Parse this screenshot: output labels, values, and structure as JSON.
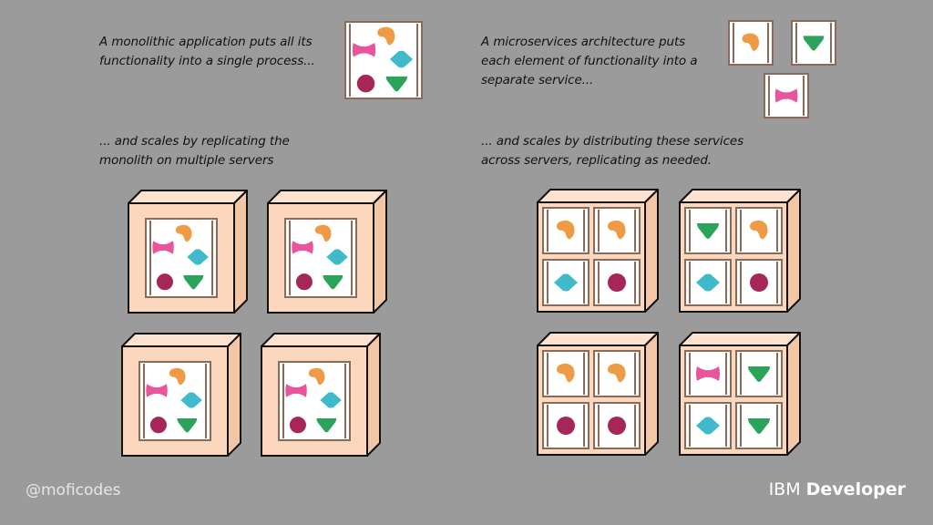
{
  "captions": {
    "monolith_intro": "A monolithic application puts all its\nfunctionality into a single process...",
    "monolith_scale": "... and scales by replicating the\nmonolith on multiple servers",
    "micro_intro": "A microservices architecture puts\neach element of functionality into a\nseparate service...",
    "micro_scale": "... and scales by distributing these services\nacross servers, replicating as needed."
  },
  "footer": {
    "handle": "@moficodes",
    "brand_prefix": "IBM",
    "brand_suffix": "Developer"
  },
  "colors": {
    "background": "#9b9b9b",
    "server_front": "#fbd8bd",
    "server_top": "#fde3cf",
    "server_side": "#f3c6a6",
    "frame_border": "#8a6a58",
    "panel": "#ffffff",
    "pink": "#e8559a",
    "orange": "#ef9a44",
    "teal": "#3fbacb",
    "maroon": "#a7265a",
    "green": "#2ca35a"
  },
  "functionality_shapes": [
    "pink-bowtie",
    "orange-blob",
    "teal-diamond",
    "maroon-circle",
    "green-triangle"
  ],
  "monolith_servers": [
    {
      "contains": [
        "pink-bowtie",
        "orange-blob",
        "teal-diamond",
        "maroon-circle",
        "green-triangle"
      ]
    },
    {
      "contains": [
        "pink-bowtie",
        "orange-blob",
        "teal-diamond",
        "maroon-circle",
        "green-triangle"
      ]
    },
    {
      "contains": [
        "pink-bowtie",
        "orange-blob",
        "teal-diamond",
        "maroon-circle",
        "green-triangle"
      ]
    },
    {
      "contains": [
        "pink-bowtie",
        "orange-blob",
        "teal-diamond",
        "maroon-circle",
        "green-triangle"
      ]
    }
  ],
  "microservice_servers": [
    {
      "services": [
        "orange-blob",
        "orange-blob",
        "teal-diamond",
        "maroon-circle"
      ]
    },
    {
      "services": [
        "green-triangle",
        "orange-blob",
        "teal-diamond",
        "maroon-circle"
      ]
    },
    {
      "services": [
        "orange-blob",
        "orange-blob",
        "maroon-circle",
        "maroon-circle"
      ]
    },
    {
      "services": [
        "pink-bowtie",
        "green-triangle",
        "teal-diamond",
        "green-triangle"
      ]
    }
  ],
  "single_services": [
    "orange-blob",
    "green-triangle",
    "pink-bowtie"
  ]
}
